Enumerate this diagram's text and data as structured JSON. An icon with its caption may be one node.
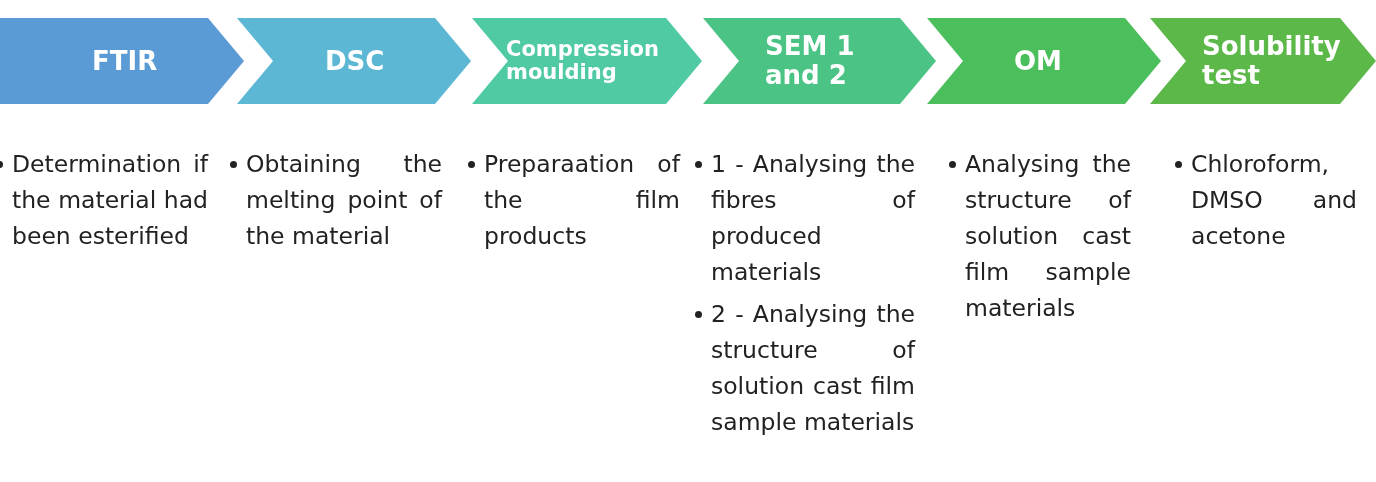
{
  "diagram": {
    "nodes": [
      {
        "text": [
          "FTIR"
        ],
        "beside": [
          "Determination if the material had been esterified"
        ]
      },
      {
        "text": [
          "DSC"
        ],
        "beside": [
          "Obtaining the melting point of the material"
        ]
      },
      {
        "text": [
          "Compression moulding"
        ],
        "beside": [
          "Preparaation of the film products"
        ]
      },
      {
        "text": [
          "SEM 1 and 2"
        ],
        "beside": [
          "1 - Analysing the fibres of produced materials",
          "2 - Analysing the structure of solution cast film sample materials"
        ]
      },
      {
        "text": [
          "OM"
        ],
        "beside": [
          "Analysing the structure of solution cast film sample materials"
        ]
      },
      {
        "text": [
          "Solubility test"
        ],
        "beside": [
          "Chloroform, DMSO and acetone"
        ]
      }
    ]
  }
}
